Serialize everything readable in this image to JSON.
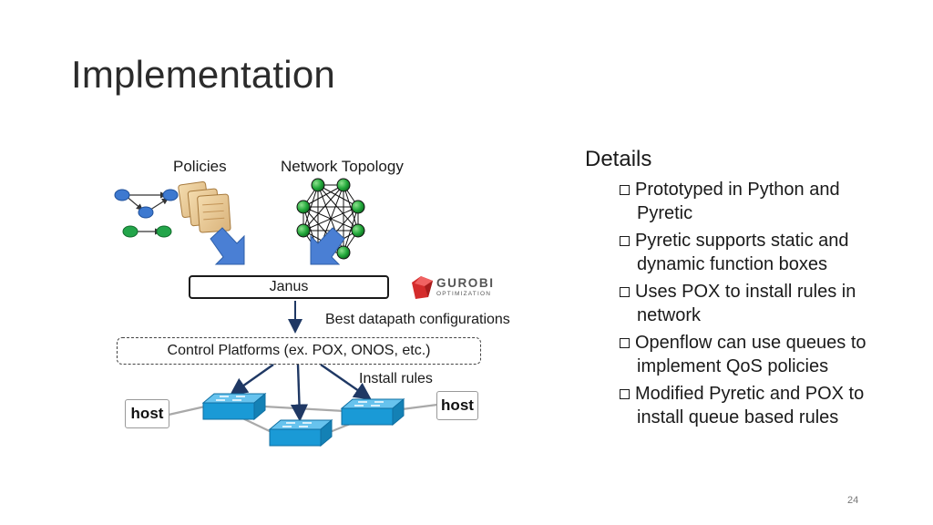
{
  "slide": {
    "title": "Implementation",
    "page_number": "24"
  },
  "diagram": {
    "policies_label": "Policies",
    "topology_label": "Network Topology",
    "janus_label": "Janus",
    "gurobi_name": "GUROBI",
    "gurobi_sub": "OPTIMIZATION",
    "best_config_label": "Best datapath configurations",
    "control_platforms_label": "Control Platforms (ex. POX, ONOS, etc.)",
    "install_rules_label": "Install rules",
    "host_left": "host",
    "host_right": "host"
  },
  "details": {
    "heading": "Details",
    "bullets": [
      "Prototyped in Python and Pyretic",
      "Pyretic supports static and dynamic function boxes",
      "Uses POX to install rules in network",
      "Openflow can use queues to implement QoS policies",
      "Modified Pyretic and POX to install queue based rules"
    ]
  },
  "colors": {
    "blue_node": "#3d79d0",
    "green_node": "#23a54a",
    "arrow_blue": "#4a7fd4",
    "switch_blue": "#1a9ad6",
    "dark_arrow": "#1f3864",
    "gurobi_red": "#d42c2c"
  }
}
